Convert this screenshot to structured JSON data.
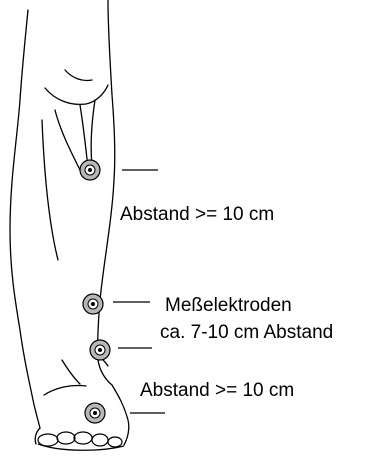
{
  "labels": {
    "upper_distance": "Abstand >= 10 cm",
    "measuring_electrodes": "Meßelektroden",
    "measuring_distance": "ca. 7-10 cm Abstand",
    "lower_distance": "Abstand >= 10 cm"
  },
  "electrodes": [
    {
      "name": "electrode-1"
    },
    {
      "name": "electrode-2"
    },
    {
      "name": "electrode-3"
    },
    {
      "name": "electrode-4"
    }
  ],
  "colors": {
    "line": "#000000",
    "electrode_fill": "#b8b8b8",
    "electrode_dot": "#000000",
    "background": "#ffffff"
  }
}
